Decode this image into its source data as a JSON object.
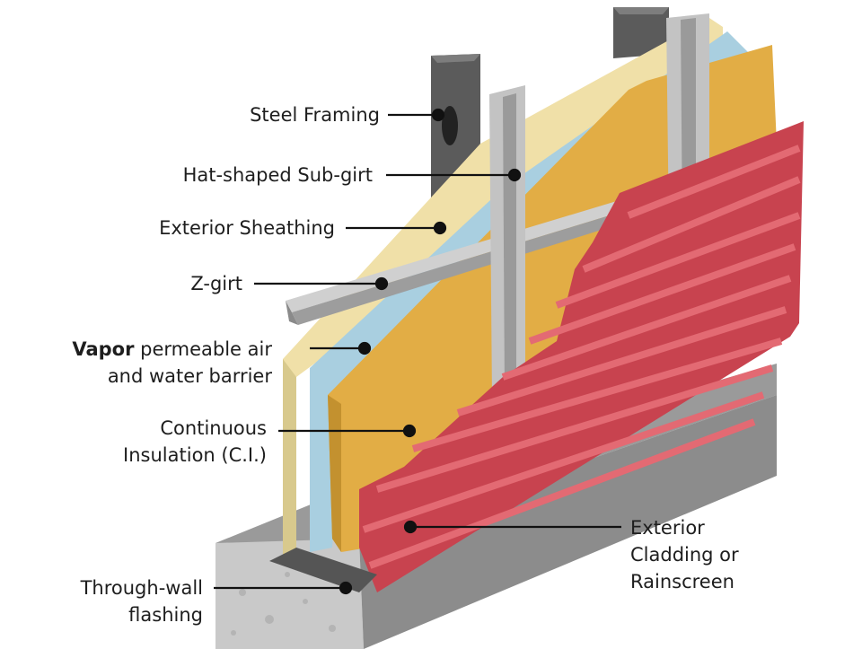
{
  "callouts": {
    "steel_framing": "Steel Framing",
    "hat_subgirt": "Hat-shaped Sub-girt",
    "exterior_sheathing": "Exterior Sheathing",
    "z_girt": "Z-girt",
    "vapor_barrier": {
      "line1_bold": "Vapor",
      "line1_rest": " permeable air",
      "line2": "and water barrier"
    },
    "continuous_insulation": {
      "line1": "Continuous",
      "line2": "Insulation (C.I.)"
    },
    "exterior_cladding": {
      "line1": "Exterior",
      "line2": "Cladding or",
      "line3": "Rainscreen"
    },
    "through_wall_flashing": {
      "line1": "Through-wall",
      "line2": "flashing"
    }
  },
  "colors": {
    "concrete": "#c9c9c9",
    "foundation_top": "#9a9a9a",
    "steel_dark": "#5b5b5b",
    "steel_light": "#c3c3c3",
    "sheathing": "#f0e0a8",
    "air_barrier": "#a9cfe0",
    "insulation": "#e2ad45",
    "cladding": "#c8434f",
    "leader_line": "#111111"
  }
}
